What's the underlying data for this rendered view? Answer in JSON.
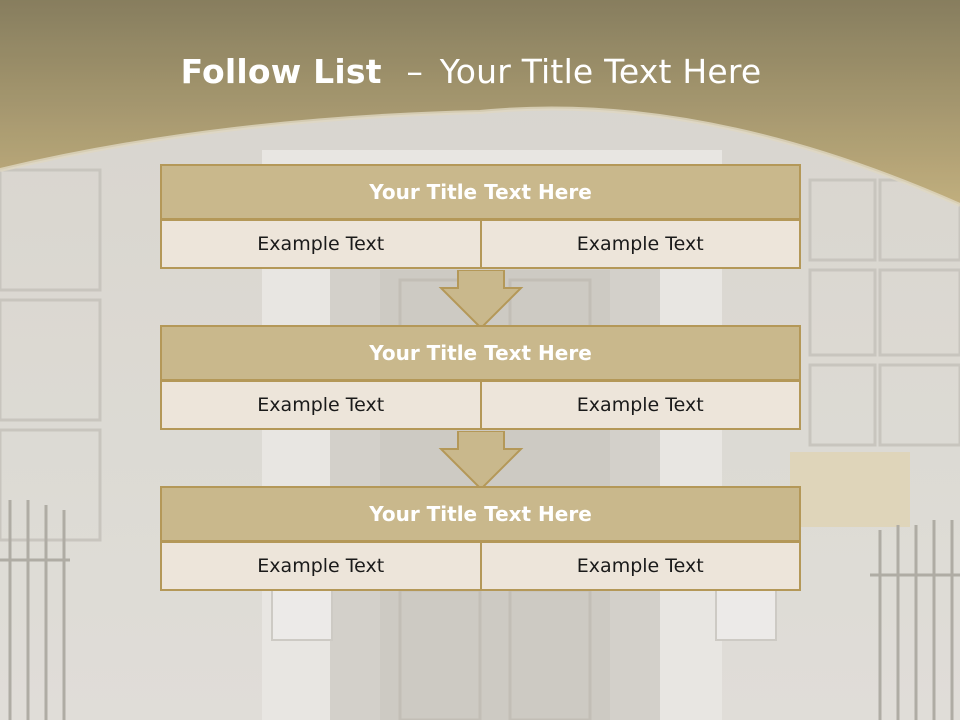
{
  "slide": {
    "title_bold": "Follow List",
    "title_sep": "–",
    "title_rest": "Your Title Text Here",
    "accent_color": "#c9b88c",
    "border_color": "#b49858",
    "cell_color": "#ede5da"
  },
  "blocks": [
    {
      "title": "Your Title Text Here",
      "left": "Example Text",
      "right": "Example Text"
    },
    {
      "title": "Your Title Text Here",
      "left": "Example Text",
      "right": "Example Text"
    },
    {
      "title": "Your Title Text Here",
      "left": "Example Text",
      "right": "Example Text"
    }
  ],
  "arrows": [
    {
      "icon": "down-arrow-icon"
    },
    {
      "icon": "down-arrow-icon"
    }
  ]
}
